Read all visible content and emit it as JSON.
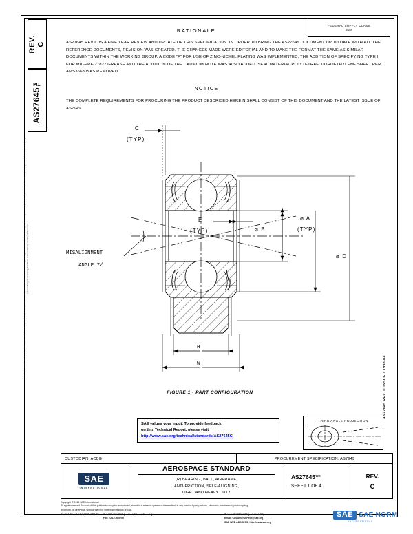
{
  "document": {
    "rev_tab_label": "REV.\nC",
    "doc_tab_label": "AS27645™",
    "fsc_line1": "FEDERAL  SUPPLY CLASS",
    "fsc_line2": "3110",
    "left_margin_legal": "SAE Technical Standards Board Rules provide that: “This report is published by SAE to advance the state of technical and engineering sciences. The use of this report is entirely voluntary, and its applicability and suitability for any particular use, including any patent infringement arising therefrom, is the sole responsibility of the user.”",
    "right_margin_legal": "AS27645 REV. C ISSUED 1998-04"
  },
  "rationale": {
    "title": "RATIONALE",
    "body": "AS27645 REV C IS A FIVE YEAR REVIEW AND UPDATE OF THIS SPECIFICATION.  IN ORDER TO BRING THE AS27645 DOCUMENT UP TO DATE WITH ALL THE REFERENCE DOCUMENTS, REVISION WAS CREATED.  THE CHANGES MADE WERE EDITORIAL AND TO MAKE THE FORMAT THE SAME AS SIMILAR DOCUMENTS WITHIN THE WORKING GROUP.  A CODE “F” FOR USE OF ZINC-NICKEL PLATING WAS IMPLEMENTED.  THE ADDITION OF SPECIFYING TYPE I FOR MIL-PRF-27827 GREASE AND THE ADDITION OF THE CADMIUM NOTE WAS ALSO ADDED.  SEAL MATERIAL POLYTETRAFLUOROETHYLENE SHEET PER AMS3668 WAS REMOVED."
  },
  "notice": {
    "title": "NOTICE",
    "body": "THE COMPLETE REQUIREMENTS FOR PROCURING THE PRODUCT DESCRIBED HEREIN SHALL CONSIST OF THIS DOCUMENT AND THE LATEST ISSUE OF AS7949."
  },
  "figure": {
    "caption": "FIGURE 1 - PART CONFIGURATION",
    "labels": {
      "c": "C",
      "c_typ": "(TYP)",
      "e": "E",
      "e_typ": "(TYP)",
      "dia_a": "⌀ A",
      "a_typ": "(TYP)",
      "dia_b": "⌀ B",
      "dia_d": "⌀ D",
      "h": "H",
      "w": "W",
      "misalignment_1": "MISALIGNMENT",
      "misalignment_2": "ANGLE 7/"
    }
  },
  "feedback": {
    "line1": "SAE values your input. To provide feedback",
    "line2": "on this Technical Report, please visit",
    "link": "http://www.sae.org/technical/standards/AS27645C"
  },
  "projection": {
    "title": "THIRD ANGLE PROJECTION"
  },
  "title_block": {
    "custodian": "CUSTODIAN: ACBG",
    "procurement_spec": "PROCUREMENT SPECIFICATION: AS7949",
    "standard_type": "AEROSPACE STANDARD",
    "title_line1": "(R) BEARING, BALL, AIRFRAME,",
    "title_line2": "ANTI-FRICTION, SELF-ALIGNING,",
    "title_line3": "LIGHT AND HEAVY DUTY",
    "doc_number": "AS27645™",
    "sheet": "SHEET 1 OF 4",
    "rev_label": "REV.",
    "rev_value": "C",
    "logo_text": "SAE",
    "logo_sub": "INTERNATIONAL"
  },
  "footer": {
    "copyright": "Copyright © 2016 SAE International",
    "rights1": "All rights reserved.  No part of this publication may be reproduced, stored in a retrieval system or transmitted, in any form or by any means, electronic, mechanical, photocopying,",
    "rights2": "recording, or otherwise, without the prior written permission of SAE.",
    "order_label": "TO PLACE A DOCUMENT ORDER:",
    "tel_usa": "Tel: 877-606-7323 (inside USA and Canada)",
    "fax": "Fax: 724-776-0790",
    "tel_outside": "Tel: +1 724-776-4970 (outside USA)",
    "email": "Email: CustomerService@sae.org",
    "web_label": "SAE WEB ADDRESS:",
    "web_url": "http://www.sae.org",
    "norm_badge": "SAE",
    "norm_text": "SAE NORM",
    "norm_sub": "INTERNATIONAL"
  }
}
